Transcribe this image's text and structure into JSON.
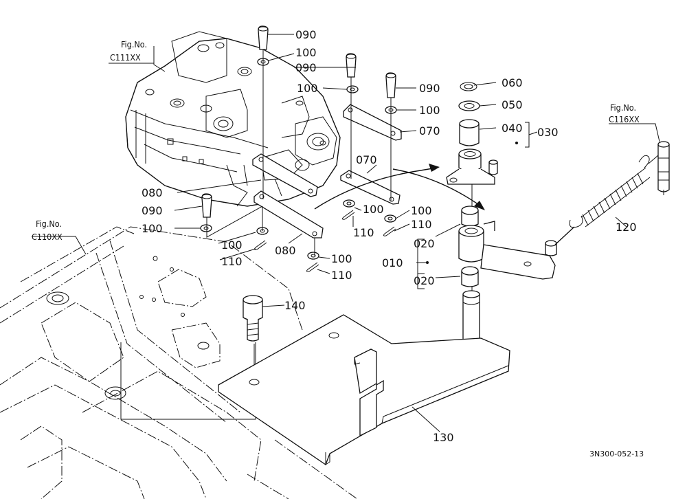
{
  "callouts": {
    "p090a": "090",
    "p100a": "100",
    "p090b": "090",
    "p100b": "100",
    "p090c": "090",
    "p100c": "100",
    "p070a": "070",
    "p070b": "070",
    "p060": "060",
    "p050": "050",
    "p040": "040",
    "p030": "030",
    "p080a": "080",
    "p090d": "090",
    "p100d": "100",
    "p100e": "100",
    "p110a": "110",
    "p080b": "080",
    "p100f": "100",
    "p110b": "110",
    "p100g": "100",
    "p110c": "110",
    "p100h": "100",
    "p110d": "110",
    "p020a": "020",
    "p010": "010",
    "p020b": "020",
    "p120": "120",
    "p140": "140",
    "p130": "130"
  },
  "figure_refs": {
    "c111_label": "Fig.No.",
    "c111_code": "C111XX",
    "c110_label": "Fig.No.",
    "c110_code": "C110XX",
    "c116_label": "Fig.No.",
    "c116_code": "C116XX"
  },
  "drawing_code": "3N300-052-13"
}
